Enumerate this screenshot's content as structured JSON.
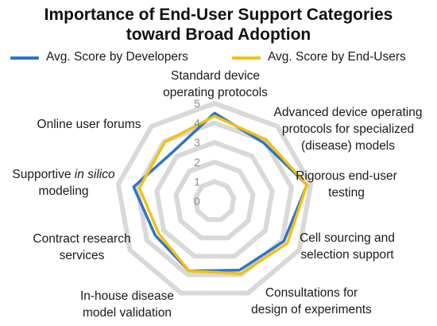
{
  "chart_data": {
    "type": "radar",
    "title": [
      "Importance of End-User Support Categories",
      "toward Broad Adoption"
    ],
    "categories": [
      [
        "Standard device",
        "operating protocols"
      ],
      [
        "Advanced device operating",
        "protocols for specialized",
        "(disease) models"
      ],
      [
        "Rigorous end-user",
        "testing"
      ],
      [
        "Cell sourcing and",
        "selection support"
      ],
      [
        "Consultations for",
        "design of experiments"
      ],
      [
        "In-house disease",
        "model validation"
      ],
      [
        "Contract research",
        "services"
      ],
      [
        "Supportive |in silico|",
        "modeling"
      ],
      [
        "Online user forums"
      ]
    ],
    "rlim": [
      0,
      5
    ],
    "ticks": [
      "0",
      "1",
      "2",
      "3",
      "4",
      "5"
    ],
    "series": [
      {
        "name": "Avg. Score by Developers",
        "color": "#2e75c8",
        "values": [
          4.5,
          3.9,
          4.8,
          4.1,
          3.75,
          3.8,
          3.5,
          4.2,
          3.3
        ]
      },
      {
        "name": "Avg. Score by End-Users",
        "color": "#f2c10f",
        "values": [
          4.35,
          4.1,
          4.8,
          4.3,
          3.95,
          3.8,
          3.3,
          3.9,
          3.95
        ]
      }
    ]
  }
}
